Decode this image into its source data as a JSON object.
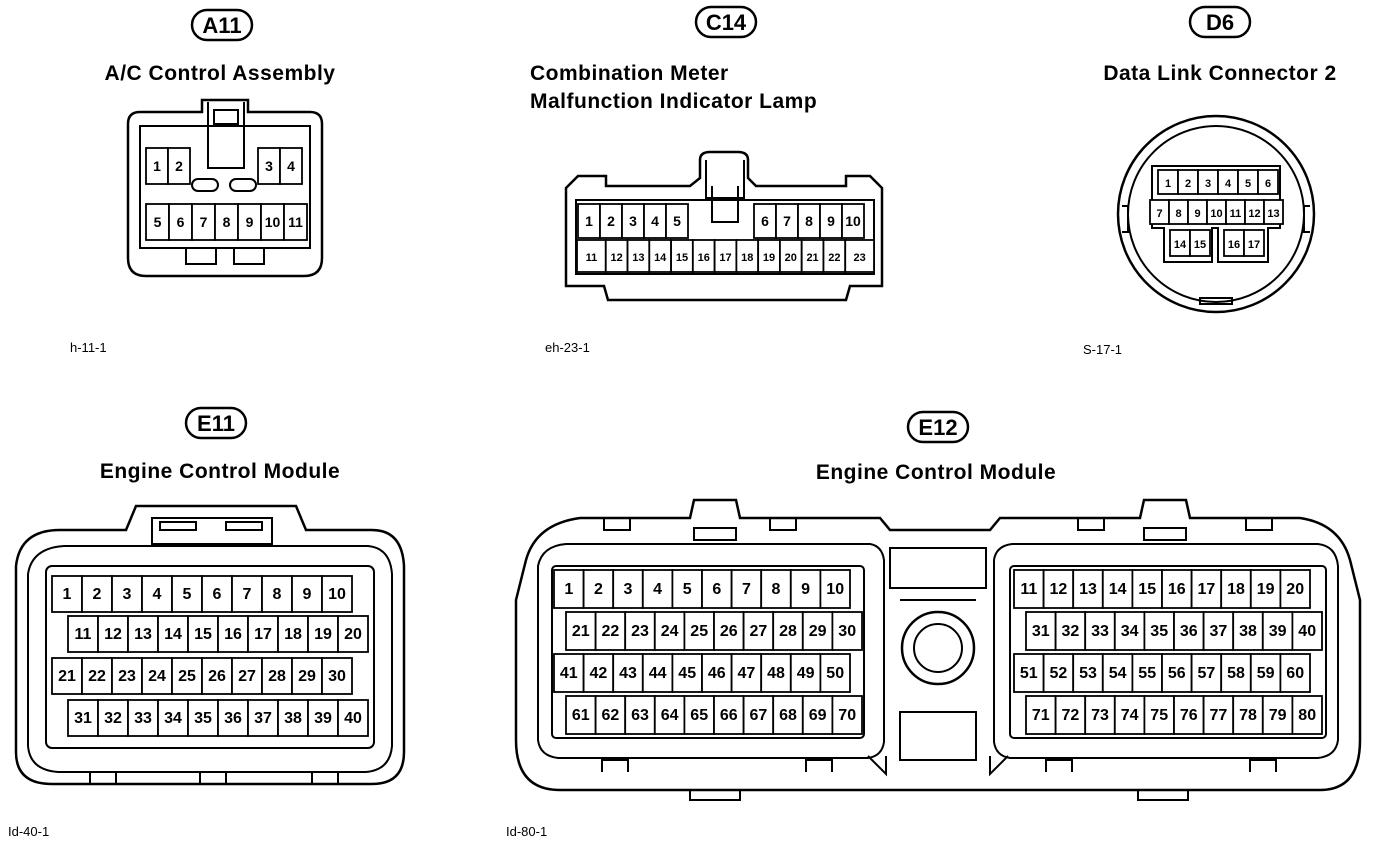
{
  "connectors": {
    "a11": {
      "badge": "A11",
      "title": "A/C Control Assembly",
      "code": "h-11-1",
      "pins": [
        "1",
        "2",
        "3",
        "4",
        "5",
        "6",
        "7",
        "8",
        "9",
        "10",
        "11"
      ]
    },
    "c14": {
      "badge": "C14",
      "title_line1": "Combination Meter",
      "title_line2": "Malfunction Indicator Lamp",
      "code": "eh-23-1",
      "pins": [
        "1",
        "2",
        "3",
        "4",
        "5",
        "6",
        "7",
        "8",
        "9",
        "10",
        "11",
        "12",
        "13",
        "14",
        "15",
        "16",
        "17",
        "18",
        "19",
        "20",
        "21",
        "22",
        "23"
      ]
    },
    "d6": {
      "badge": "D6",
      "title": "Data Link Connector 2",
      "code": "S-17-1",
      "pins": [
        "1",
        "2",
        "3",
        "4",
        "5",
        "6",
        "7",
        "8",
        "9",
        "10",
        "11",
        "12",
        "13",
        "14",
        "15",
        "16",
        "17"
      ]
    },
    "e11": {
      "badge": "E11",
      "title": "Engine Control Module",
      "code": "Id-40-1",
      "pin_count": 40
    },
    "e12": {
      "badge": "E12",
      "title": "Engine Control Module",
      "code": "Id-80-1",
      "pin_count": 80
    }
  },
  "colors": {
    "line": "#000000",
    "background": "#ffffff"
  }
}
